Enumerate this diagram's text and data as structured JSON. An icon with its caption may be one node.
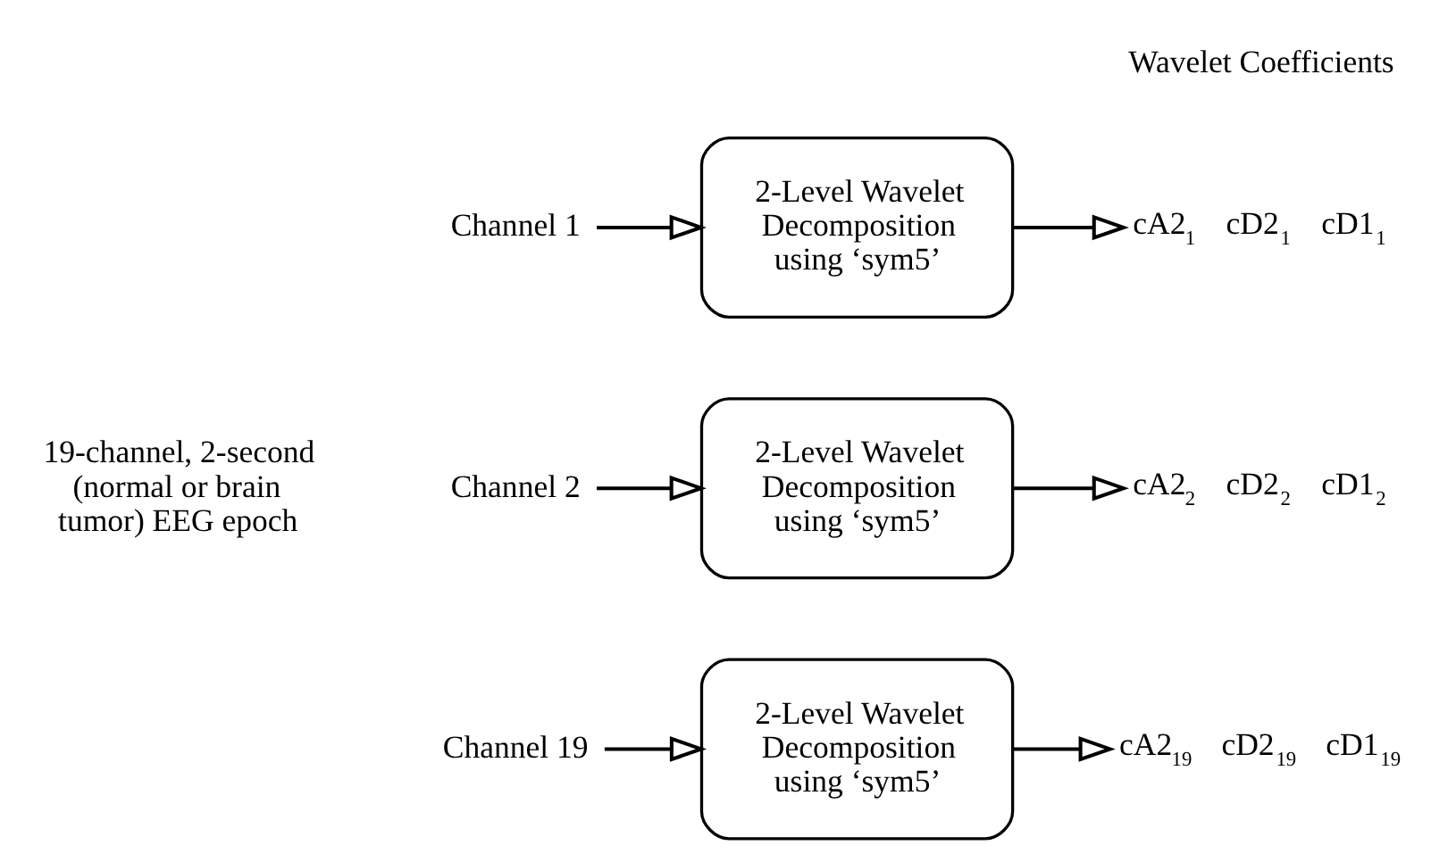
{
  "diagram": {
    "nodes": [
      {
        "text": [
          "Channel 1"
        ]
      },
      {
        "text": [
          "2-Level Wavelet Decomposition using ‘sym5’"
        ]
      },
      {
        "text": [
          "cA2$_{1}$",
          "cD2$_{1}$",
          "cD1$_{1}$"
        ]
      },
      {
        "text": [
          "Channel 2"
        ]
      },
      {
        "text": [
          "2-Level Wavelet Decomposition using ‘sym5’"
        ]
      },
      {
        "text": [
          "cA2$_{2}$",
          "cD2$_{2}$",
          "cD1$_{2}$"
        ]
      },
      {
        "text": [
          "Channel 19"
        ]
      },
      {
        "text": [
          "2-Level Wavelet Decomposition using ‘sym5’"
        ]
      },
      {
        "text": [
          "cA2$_{19}$",
          "cD2$_{19}$",
          "cD1$_{19}$"
        ]
      }
    ],
    "edges": [
      {
        "from": 0,
        "to": 1,
        "arrow": "to"
      },
      {
        "from": 1,
        "to": 2,
        "arrow": "to"
      },
      {
        "from": 3,
        "to": 4,
        "arrow": "to"
      },
      {
        "from": 4,
        "to": 5,
        "arrow": "to"
      },
      {
        "from": 6,
        "to": 7,
        "arrow": "to"
      },
      {
        "from": 7,
        "to": 8,
        "arrow": "to"
      }
    ],
    "labels": [
      "Wavelet Coefficients",
      "19-channel, 2-second (normal or brain tumor) EEG epoch"
    ]
  }
}
